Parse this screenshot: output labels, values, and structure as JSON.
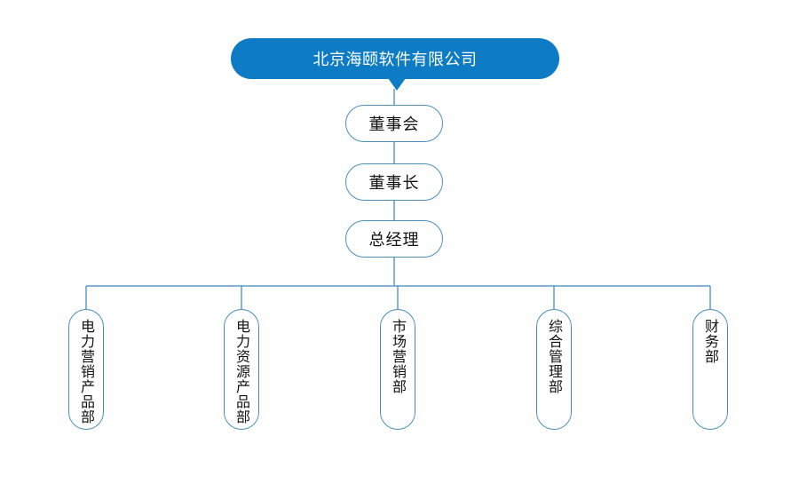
{
  "company": {
    "name": "北京海颐软件有限公司"
  },
  "hierarchy": [
    {
      "label": "董事会"
    },
    {
      "label": "董事长"
    },
    {
      "label": "总经理"
    }
  ],
  "departments": [
    {
      "label": "电力营销产品部"
    },
    {
      "label": "电力资源产品部"
    },
    {
      "label": "市场营销部"
    },
    {
      "label": "综合管理部"
    },
    {
      "label": "财务部"
    }
  ],
  "colors": {
    "company_fill": "#0E7CC4",
    "pill_border": "#4A90B8",
    "connector": "#5A9CC5",
    "text": "#111111"
  }
}
